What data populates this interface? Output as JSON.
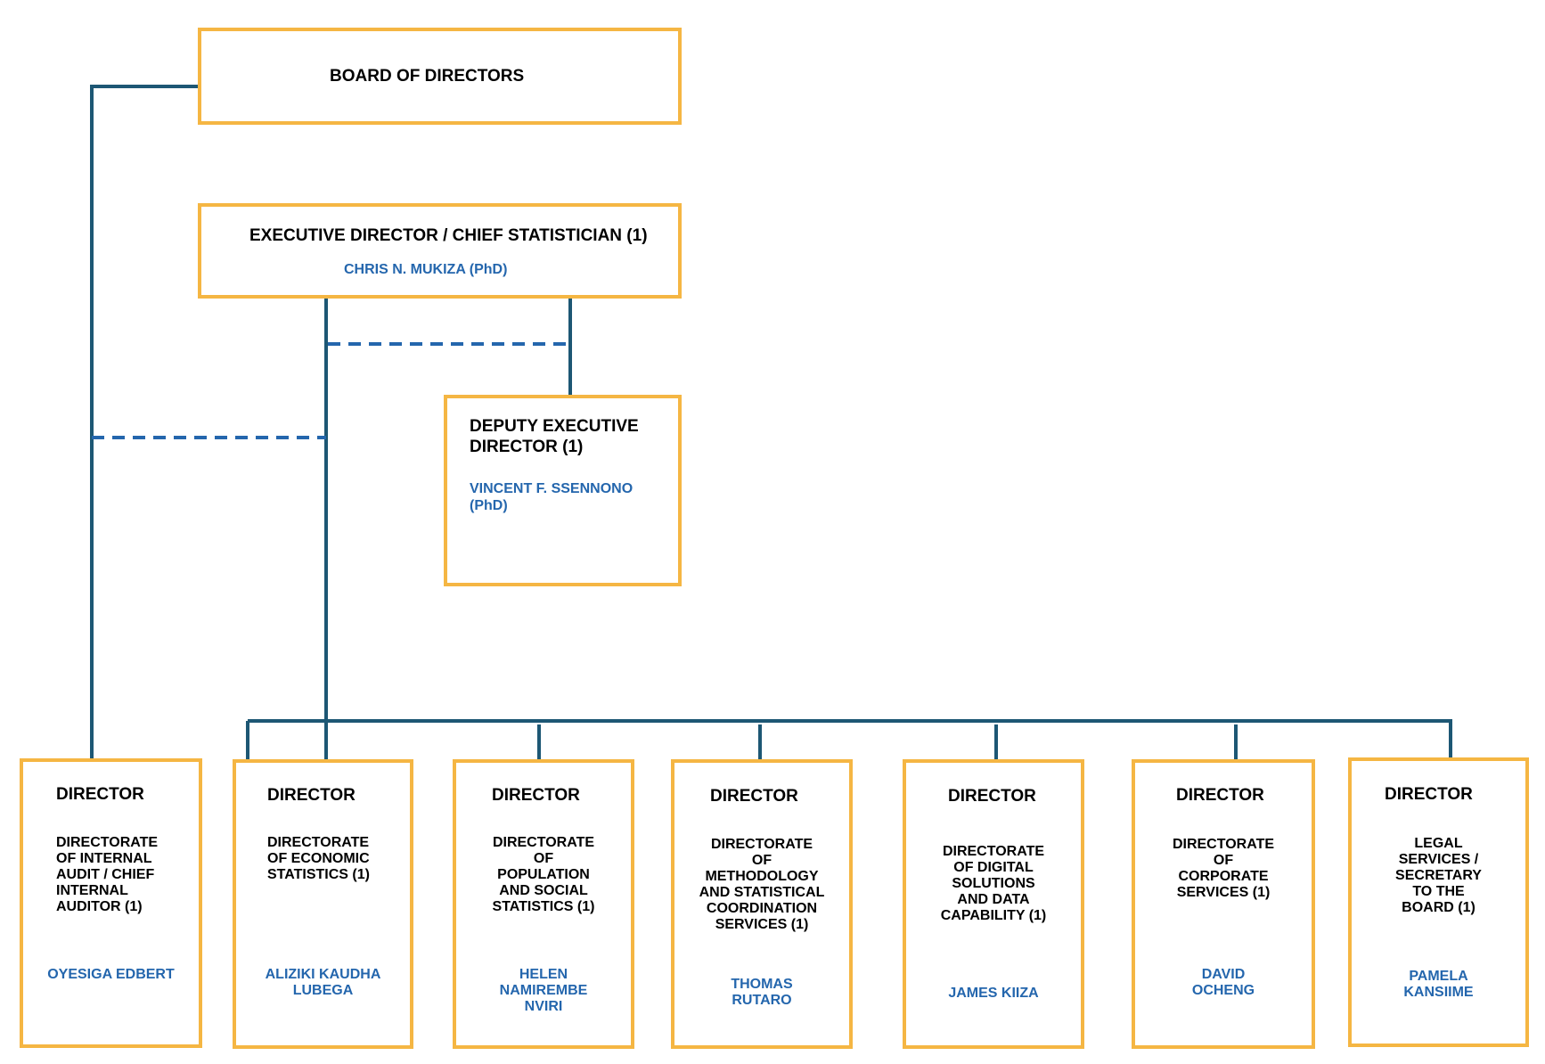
{
  "colors": {
    "box_border": "#f5b643",
    "line": "#1d5774",
    "dashed_line": "#2466ad",
    "name_text": "#2466ad"
  },
  "board": {
    "title": "BOARD OF DIRECTORS"
  },
  "executive": {
    "title": "EXECUTIVE DIRECTOR / CHIEF STATISTICIAN (1)",
    "name": "CHRIS N. MUKIZA (PhD)"
  },
  "deputy": {
    "title_1": "DEPUTY EXECUTIVE",
    "title_2": "DIRECTOR (1)",
    "name_1": "VINCENT F. SSENNONO",
    "name_2": "(PhD)"
  },
  "directors": [
    {
      "heading": "DIRECTOR",
      "unit": [
        "DIRECTORATE",
        "OF INTERNAL",
        "AUDIT / CHIEF",
        "INTERNAL",
        "AUDITOR (1)"
      ],
      "name": [
        "OYESIGA EDBERT"
      ]
    },
    {
      "heading": "DIRECTOR",
      "unit": [
        "DIRECTORATE",
        "OF ECONOMIC",
        "STATISTICS (1)"
      ],
      "name": [
        "ALIZIKI KAUDHA",
        "LUBEGA"
      ]
    },
    {
      "heading": "DIRECTOR",
      "unit": [
        "DIRECTORATE",
        "OF",
        "POPULATION",
        "AND  SOCIAL",
        "STATISTICS (1)"
      ],
      "name": [
        "HELEN",
        "NAMIREMBE",
        "NVIRI"
      ]
    },
    {
      "heading": "DIRECTOR",
      "unit": [
        "DIRECTORATE",
        "OF",
        "METHODOLOGY",
        "AND STATISTICAL",
        "COORDINATION",
        "SERVICES  (1)"
      ],
      "name": [
        "THOMAS",
        "RUTARO"
      ]
    },
    {
      "heading": "DIRECTOR",
      "unit": [
        "DIRECTORATE",
        "OF DIGITAL",
        "SOLUTIONS",
        "AND DATA",
        "CAPABILITY (1)"
      ],
      "name": [
        "JAMES KIIZA"
      ]
    },
    {
      "heading": "DIRECTOR",
      "unit": [
        "DIRECTORATE",
        "OF",
        "CORPORATE",
        "SERVICES (1)"
      ],
      "name": [
        "DAVID",
        "OCHENG"
      ]
    },
    {
      "heading": "DIRECTOR",
      "unit": [
        "LEGAL",
        "SERVICES /",
        "SECRETARY",
        "TO THE",
        "BOARD (1)"
      ],
      "name": [
        "PAMELA",
        "KANSIIME"
      ]
    }
  ]
}
